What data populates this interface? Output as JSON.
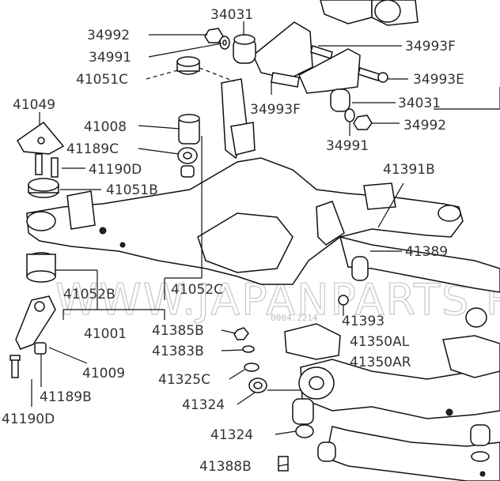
{
  "watermark": {
    "text": "WWW.JAPANPARTS.RU",
    "code": "0004.2214"
  },
  "labels": {
    "l34031_top": "34031",
    "l34992_left": "34992",
    "l34993f_top": "34993F",
    "l34991_left": "34991",
    "l41051c": "41051C",
    "l34993e": "34993E",
    "l34993f_mid": "34993F",
    "l34031_mid": "34031",
    "l41049": "41049",
    "l34992_right": "34992",
    "l41008": "41008",
    "l34991_right": "34991",
    "l41189c": "41189C",
    "l41190d_top": "41190D",
    "l41391b": "41391B",
    "l41051b": "41051B",
    "l41389": "41389",
    "l41052b": "41052B",
    "l41052c": "41052C",
    "l41393": "41393",
    "l41001": "41001",
    "l41385b": "41385B",
    "l41350al": "41350AL",
    "l41383b": "41383B",
    "l41350ar": "41350AR",
    "l41009": "41009",
    "l41325c": "41325C",
    "l41189b": "41189B",
    "l41324_mid": "41324",
    "l41190d_bot": "41190D",
    "l41324_bot": "41324",
    "l41388b": "41388B"
  }
}
